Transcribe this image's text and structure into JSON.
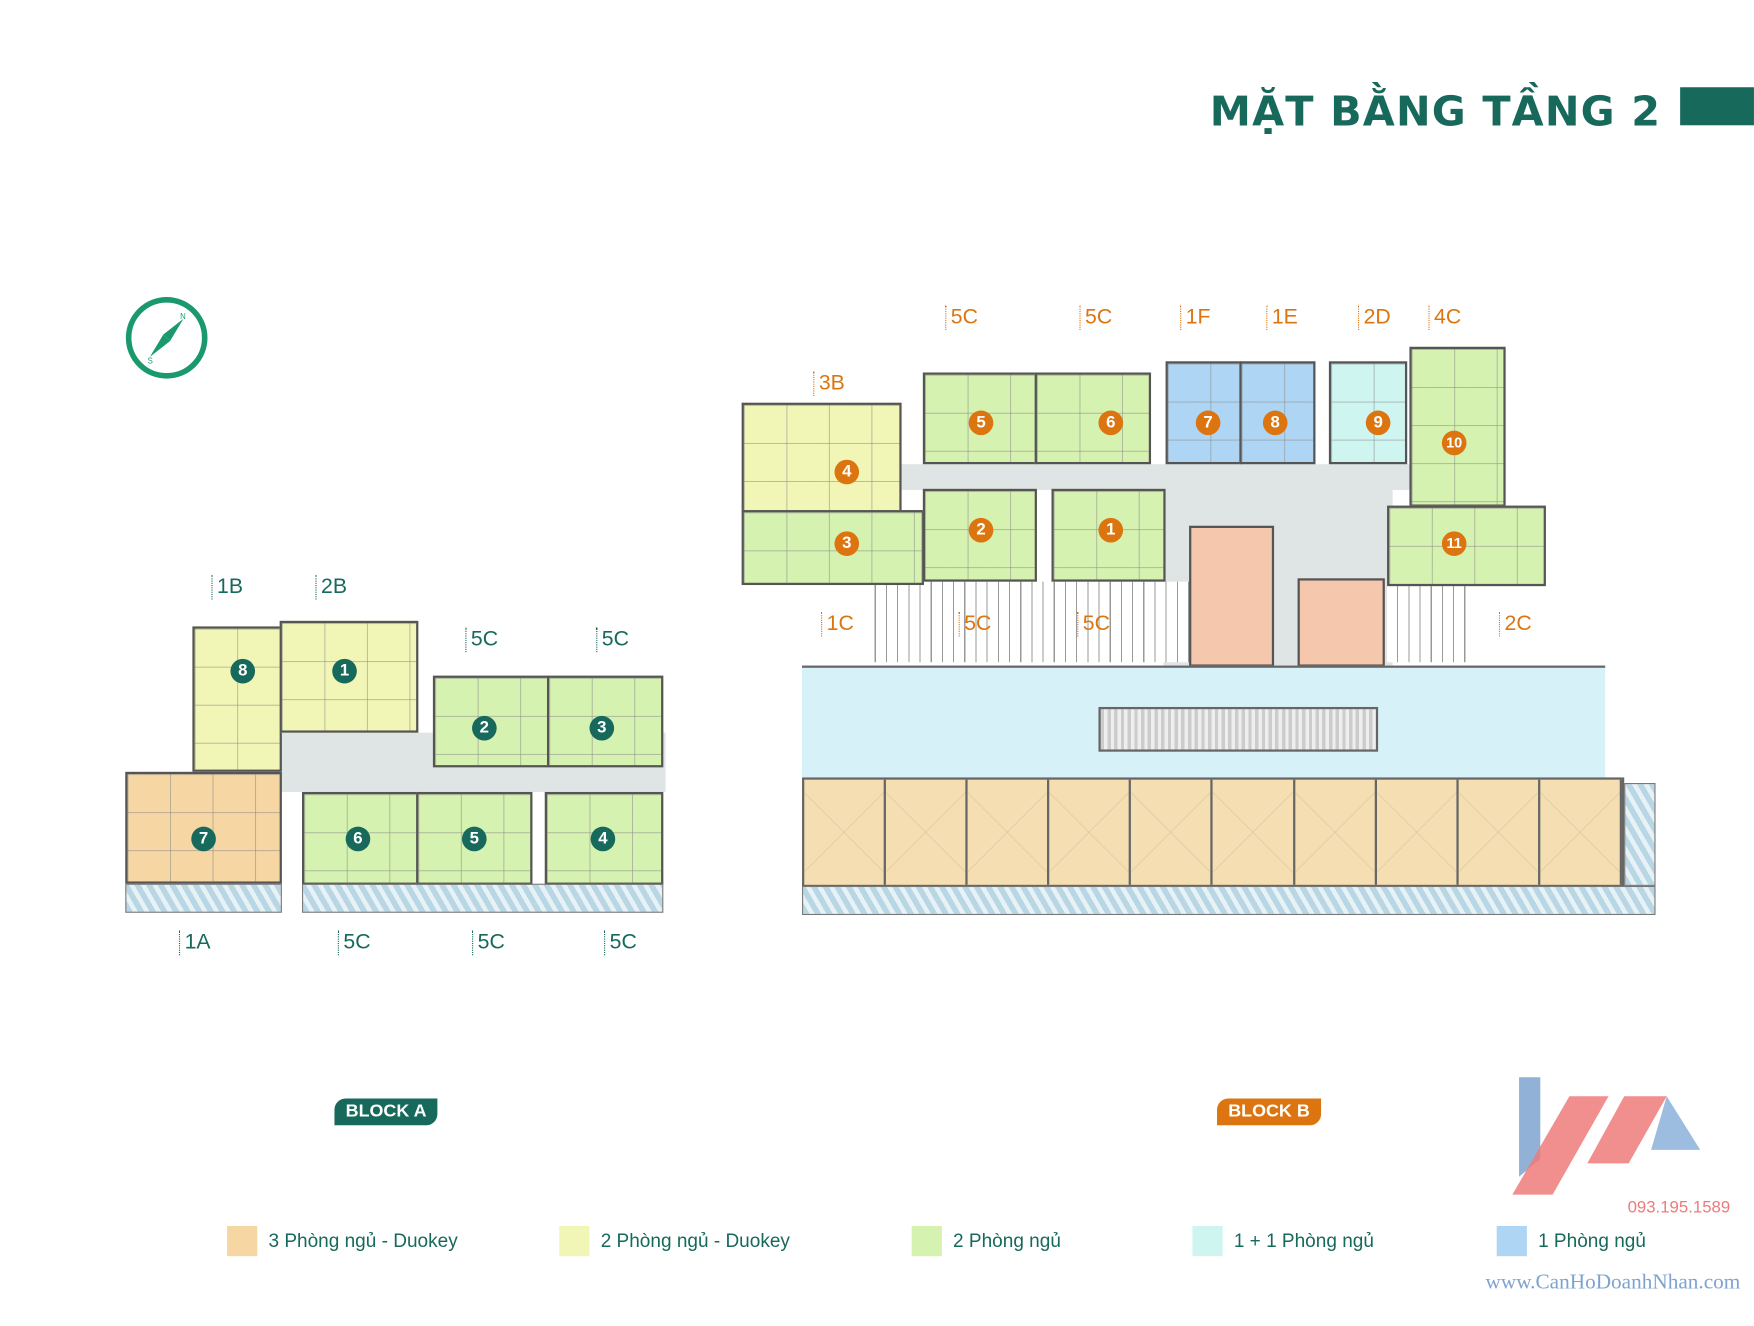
{
  "title": "MẶT BẰNG TẦNG 2",
  "colors": {
    "brand_teal": "#17695c",
    "brand_orange": "#dc7510",
    "three_bed_duokey": "#f6d6a2",
    "two_bed_duokey": "#f1f5b6",
    "two_bed": "#d6f2b0",
    "one_plus_one": "#cff5f1",
    "one_bed": "#aed6f4"
  },
  "compass": {
    "icon": "compass-icon",
    "north": "N",
    "south": "S"
  },
  "block_a": {
    "name": "BLOCK A",
    "unit_numbers": [
      "1",
      "2",
      "3",
      "4",
      "5",
      "6",
      "7",
      "8"
    ],
    "type_labels": {
      "u8": "1B",
      "u1": "2B",
      "u2": "5C",
      "u3": "5C",
      "u7": "1A",
      "u6": "5C",
      "u5": "5C",
      "u4": "5C"
    }
  },
  "block_b": {
    "name": "BLOCK B",
    "unit_numbers": [
      "1",
      "2",
      "3",
      "4",
      "5",
      "6",
      "7",
      "8",
      "9",
      "10",
      "11"
    ],
    "type_labels": {
      "u5": "5C",
      "u6": "5C",
      "u7": "1F",
      "u8": "1E",
      "u9": "2D",
      "u10": "4C",
      "u4": "3B",
      "u3": "1C",
      "u2": "5C",
      "u1": "5C",
      "u11": "2C"
    }
  },
  "legend": [
    {
      "label": "3 Phòng ngủ - Duokey",
      "color": "#f6d6a2"
    },
    {
      "label": "2 Phòng ngủ - Duokey",
      "color": "#f1f5b6"
    },
    {
      "label": "2 Phòng ngủ",
      "color": "#d6f2b0"
    },
    {
      "label": "1 + 1 Phòng ngủ",
      "color": "#cff5f1"
    },
    {
      "label": "1 Phòng ngủ",
      "color": "#aed6f4"
    }
  ],
  "watermark": {
    "phone": "093.195.1589",
    "site": "www.CanHoDoanhNhan.com"
  }
}
